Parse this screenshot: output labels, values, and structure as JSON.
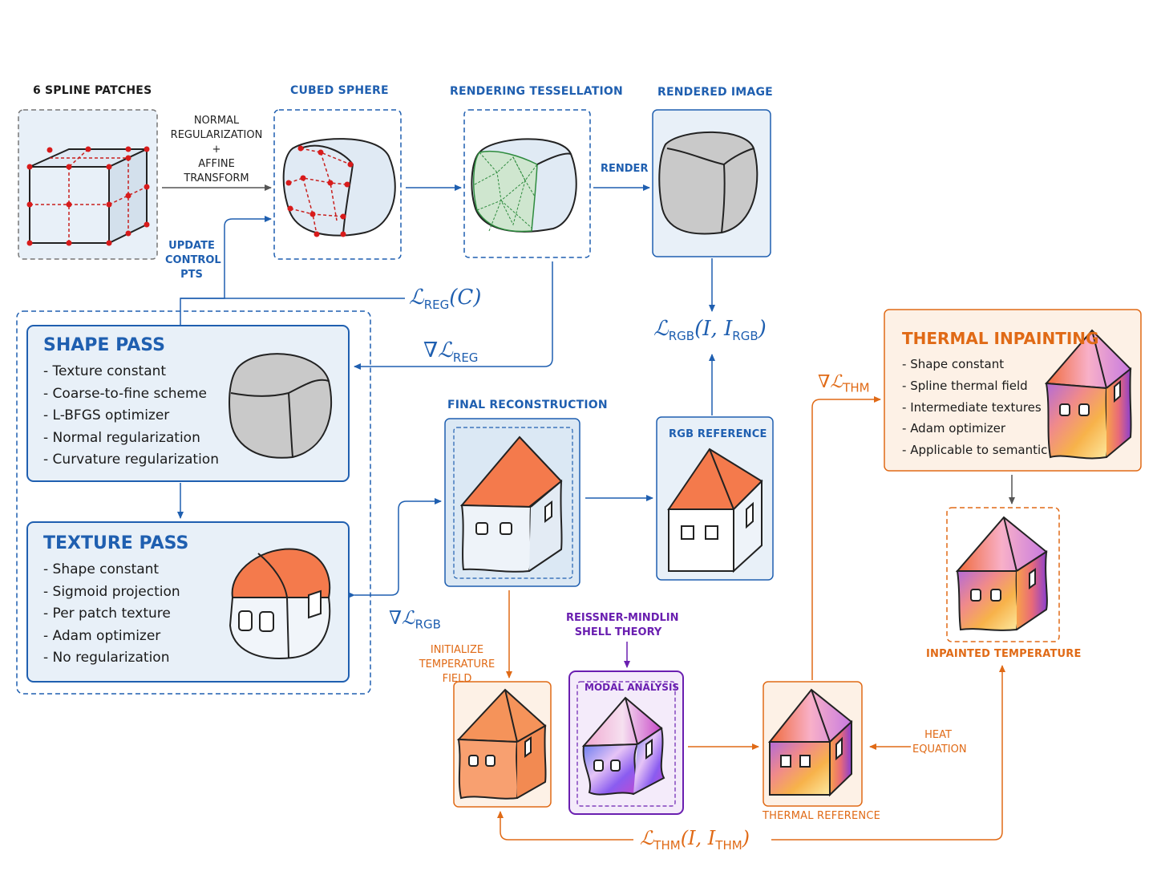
{
  "top_row": {
    "spline_patches": "6 SPLINE PATCHES",
    "cubed_sphere": "CUBED SPHERE",
    "rendering_tessellation": "RENDERING TESSELLATION",
    "rendered_image": "RENDERED IMAGE",
    "normal_reg_lines": [
      "NORMAL",
      "REGULARIZATION",
      "+",
      "AFFINE",
      "TRANSFORM"
    ],
    "render": "RENDER",
    "update_lines": [
      "UPDATE",
      "CONTROL",
      "PTS"
    ]
  },
  "losses": {
    "reg_c": {
      "sym": "ℒ",
      "sub": "REG",
      "args": "(C)"
    },
    "grad_reg": {
      "sym": "∇ℒ",
      "sub": "REG"
    },
    "rgb": {
      "sym": "ℒ",
      "sub": "RGB",
      "args": "(I, I",
      "args_sub": "RGB",
      "close": ")"
    },
    "grad_rgb": {
      "sym": "∇ℒ",
      "sub": "RGB"
    },
    "grad_thm": {
      "sym": "∇ℒ",
      "sub": "THM"
    },
    "thm": {
      "sym": "ℒ",
      "sub": "THM",
      "args": "(I, I",
      "args_sub": "THM",
      "close": ")"
    }
  },
  "shape_pass": {
    "title": "SHAPE PASS",
    "items": [
      "Texture constant",
      "Coarse-to-fine scheme",
      "L-BFGS optimizer",
      "Normal regularization",
      "Curvature regularization"
    ]
  },
  "texture_pass": {
    "title": "TEXTURE PASS",
    "items": [
      "Shape constant",
      "Sigmoid projection",
      "Per patch texture",
      "Adam optimizer",
      "No regularization"
    ]
  },
  "final_reconstruction": "FINAL RECONSTRUCTION",
  "rgb_reference": "RGB REFERENCE",
  "thermal_inpainting": {
    "title": "THERMAL INPAINTING",
    "items": [
      "Shape constant",
      "Spline thermal field",
      "Intermediate textures",
      "Adam optimizer",
      "Applicable to semantic"
    ]
  },
  "inpainted_temperature": "INPAINTED TEMPERATURE",
  "initialize_lines": [
    "INITIALIZE",
    "TEMPERATURE",
    "FIELD"
  ],
  "reissner_lines": [
    "REISSNER-MINDLIN",
    "SHELL THEORY"
  ],
  "modal_analysis": "MODAL ANALYSIS",
  "thermal_reference": "THERMAL REFERENCE",
  "heat_lines": [
    "HEAT",
    "EQUATION"
  ],
  "colors": {
    "blue": "#1f5fb0",
    "orange": "#e06a16",
    "purple": "#6a1fb0",
    "light_blue_fill": "#e8f0f8",
    "light_orange_fill": "#fdf1e6",
    "roof_orange": "#f47a4c",
    "control_point_red": "#d81b1b",
    "mesh_green": "#2e8b3e"
  },
  "icons": [
    "cube-icon",
    "cubed-sphere-icon",
    "tessellated-sphere-icon",
    "gray-sphere-icon",
    "house-icon"
  ]
}
